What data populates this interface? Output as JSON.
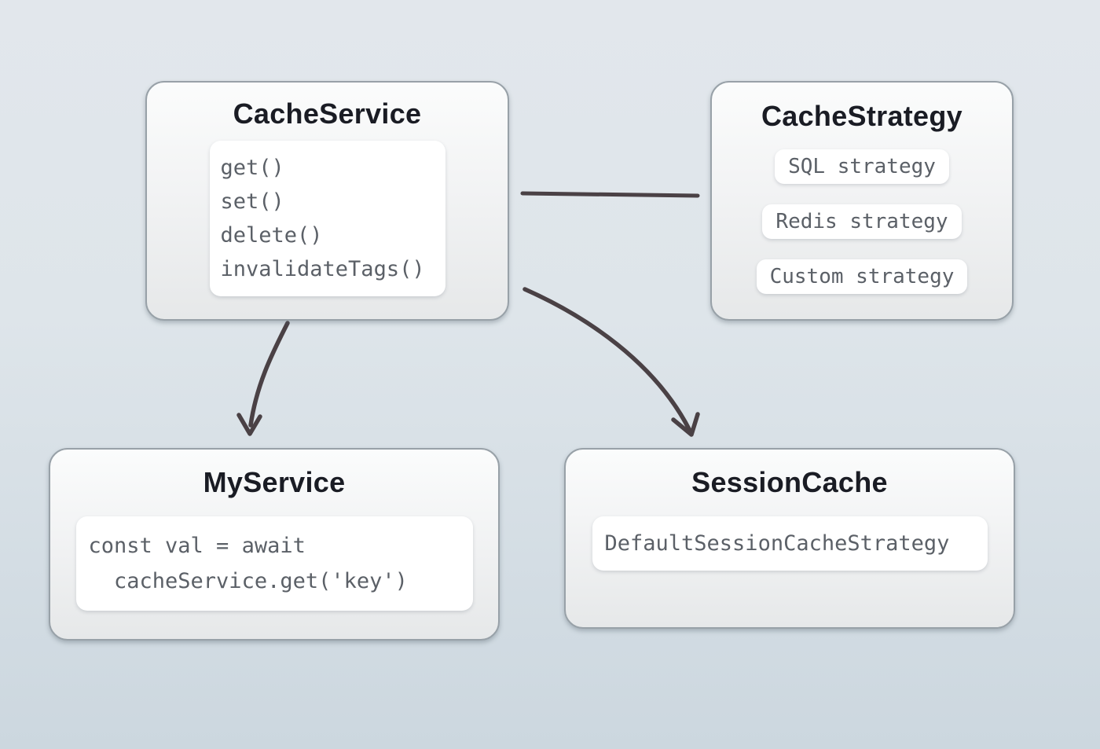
{
  "diagram": {
    "nodes": {
      "cache_service": {
        "title": "CacheService",
        "methods": [
          "get()",
          "set()",
          "delete()",
          "invalidateTags()"
        ]
      },
      "cache_strategy": {
        "title": "CacheStrategy",
        "strategies": [
          "SQL strategy",
          "Redis strategy",
          "Custom strategy"
        ]
      },
      "my_service": {
        "title": "MyService",
        "code_lines": [
          "const val = await",
          "  cacheService.get('key')"
        ]
      },
      "session_cache": {
        "title": "SessionCache",
        "strategy": "DefaultSessionCacheStrategy"
      }
    },
    "connectors": {
      "color": "#4a4145",
      "edges": [
        "CacheService — CacheStrategy (line)",
        "CacheService → MyService (arrow)",
        "CacheService → SessionCache (arrow)"
      ]
    },
    "colors": {
      "background_top": "#e2e7ec",
      "background_bottom": "#ccd7df",
      "node_border": "#98a1a8",
      "node_fill_top": "#fbfcfc",
      "node_fill_bottom": "#e6e8e9",
      "inner_box": "#ffffff",
      "title_text": "#1a1c24",
      "code_text": "#5b6067"
    }
  }
}
